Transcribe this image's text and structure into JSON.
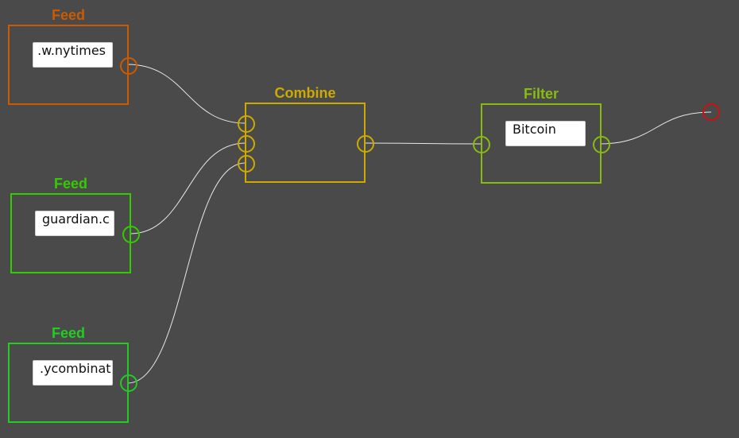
{
  "nodes": {
    "feed1": {
      "title": "Feed",
      "input_value": "w.nytimes.",
      "color": "#cc5a00"
    },
    "feed2": {
      "title": "Feed",
      "input_value": "guardian.c",
      "color": "#33cc00"
    },
    "feed3": {
      "title": "Feed",
      "input_value": ".ycombinat",
      "color": "#22cc22"
    },
    "combine": {
      "title": "Combine",
      "color": "#ccaa00"
    },
    "filter": {
      "title": "Filter",
      "input_value": "Bitcoin",
      "color": "#88bb11"
    }
  },
  "sink": {
    "color": "#cc1111"
  },
  "wire_color": "#e8e8e8",
  "background": "#4a4a4a"
}
